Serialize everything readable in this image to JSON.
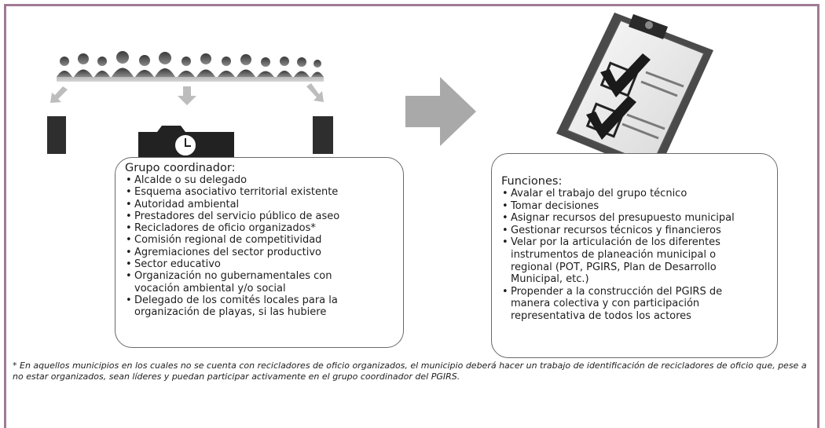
{
  "left_box": {
    "title": "Grupo coordinador:",
    "items": [
      "Alcalde o su delegado",
      "Esquema asociativo territorial existente",
      "Autoridad ambiental",
      "Prestadores del servicio público de aseo",
      "Recicladores de oficio organizados*",
      "Comisión regional de competitividad",
      "Agremiaciones del sector productivo",
      "Sector educativo",
      "Organización no gubernamentales con vocación ambiental y/o social",
      "Delegado de los comités locales para la organización de playas, si las hubiere"
    ]
  },
  "right_box": {
    "title": "Funciones:",
    "items": [
      "Avalar el trabajo del grupo técnico",
      "Tomar decisiones",
      "Asignar recursos del presupuesto municipal",
      "Gestionar recursos técnicos y financieros",
      "Velar por la articulación de los diferentes instrumentos de planeación municipal o regional (POT, PGIRS, Plan de Desarrollo Municipal, etc.)",
      "Propender a la construcción del PGIRS de manera colectiva y con participación representativa de todos los actores"
    ]
  },
  "footnote": "* En aquellos municipios en los cuales no se cuenta con recicladores de oficio organizados, el municipio deberá hacer un trabajo de identificación de recicladores de oficio que, pese a no estar organizados, sean líderes y puedan participar activamente en el grupo coordinador del PGIRS.",
  "icons": [
    "people-crowd-icon",
    "folder-clock-icon",
    "arrow-right-icon",
    "clipboard-checklist-icon"
  ],
  "colors": {
    "frame": "#a07a92",
    "arrow": "#a9a9a9",
    "text": "#1d1d1d"
  }
}
